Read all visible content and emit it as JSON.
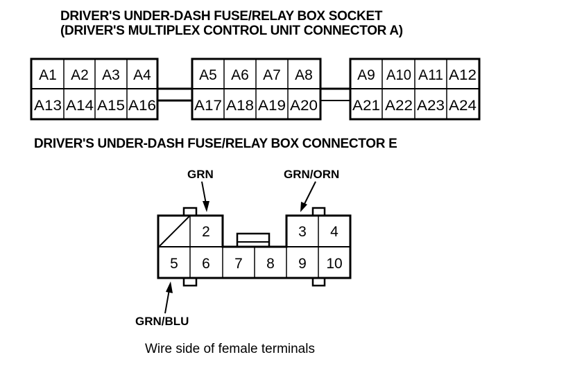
{
  "diagram": {
    "socket_title_line1": "DRIVER'S UNDER-DASH FUSE/RELAY BOX SOCKET",
    "socket_title_line2": "(DRIVER'S MULTIPLEX CONTROL UNIT CONNECTOR A)",
    "connector_e_title": "DRIVER'S UNDER-DASH FUSE/RELAY BOX CONNECTOR E",
    "caption": "Wire side of female terminals"
  },
  "connector_a": {
    "blocks": [
      {
        "top": [
          "A1",
          "A2",
          "A3",
          "A4"
        ],
        "bottom": [
          "A13",
          "A14",
          "A15",
          "A16"
        ]
      },
      {
        "top": [
          "A5",
          "A6",
          "A7",
          "A8"
        ],
        "bottom": [
          "A17",
          "A18",
          "A19",
          "A20"
        ]
      },
      {
        "top": [
          "A9",
          "A10",
          "A11",
          "A12"
        ],
        "bottom": [
          "A21",
          "A22",
          "A23",
          "A24"
        ]
      }
    ]
  },
  "connector_e": {
    "top_left": [
      "",
      "2"
    ],
    "top_right": [
      "3",
      "4"
    ],
    "bottom": [
      "5",
      "6",
      "7",
      "8",
      "9",
      "10"
    ],
    "unused_terminal": "1",
    "wires": [
      {
        "terminal": "2",
        "color": "GRN"
      },
      {
        "terminal": "3",
        "color": "GRN/ORN"
      },
      {
        "terminal": "5",
        "color": "GRN/BLU"
      }
    ]
  }
}
